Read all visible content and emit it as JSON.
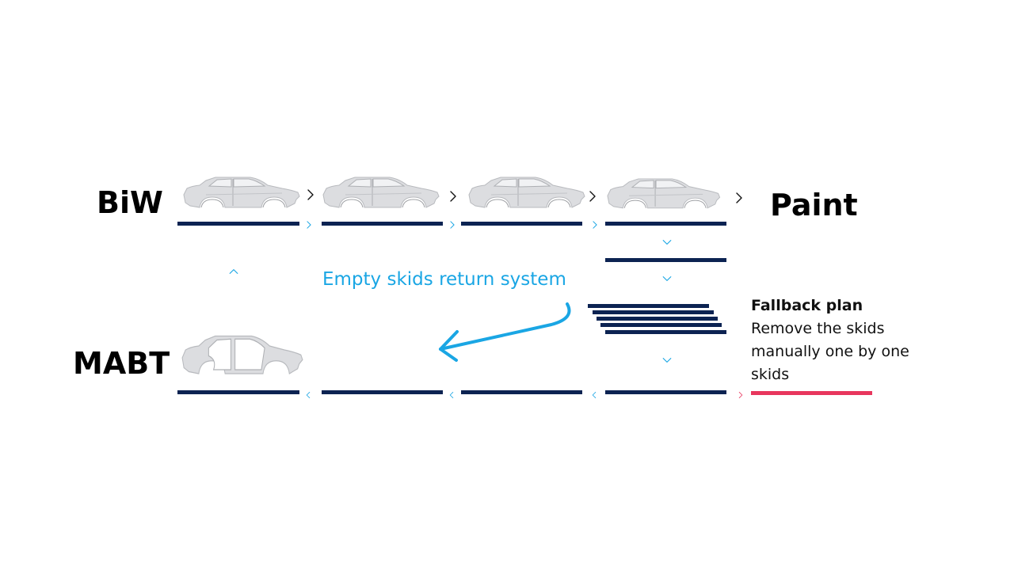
{
  "labels": {
    "source": "BiW",
    "destination": "Paint",
    "return_station": "MABT",
    "return_system": "Empty skids return system"
  },
  "fallback": {
    "title": "Fallback plan",
    "lines": [
      "Remove the skids",
      "manually one by one",
      "skids"
    ]
  },
  "colors": {
    "conveyor": "#0c2352",
    "accent": "#1aa6e4",
    "fallback_bar": "#e8365d",
    "label_text": "#000000",
    "car_body": "#dcdde0"
  },
  "icons": {
    "flow_arrow": "chevron-right-icon",
    "return_flow_arrow": "chevron-left-icon",
    "down_arrow": "chevron-down-icon",
    "up_arrow": "chevron-up-icon",
    "return_arrow": "curved-arrow-icon",
    "car": "car-body-icon"
  }
}
